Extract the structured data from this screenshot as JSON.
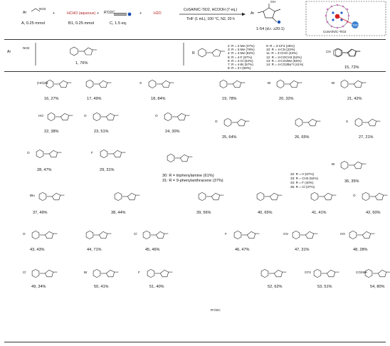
{
  "scheme": {
    "reactant_a": "Ar",
    "reactant_a_sub": "NO2",
    "reactant_a_label": "A, 0.25 mmol",
    "reactant_b": "HCHO (aqueous)",
    "reactant_b_label": "B1, 0.25 mmol",
    "reactant_c": "R'O2C",
    "reactant_c_label": "C, 1.5 eq.",
    "water": "H2O",
    "conditions_top": "CoSA/N/C-TiO2, HCOOH (7 eq.)",
    "conditions_bottom": "THF (1 mL), 100 °C, N2, 20 h",
    "product_ar": "Ar",
    "product_oh": "OH",
    "product_label": "1-54 (d.r. ≥20:1)",
    "catalyst_label": "CoSA/N/C-TiO2",
    "catalyst_tio2": "TiO2"
  },
  "scope_header": {
    "ar_label": "Ar",
    "ar_sub": "NO2",
    "structure_oh": "OH",
    "structure_ester": "CO2Et",
    "compound1": "1, 76%",
    "r_group": "R"
  },
  "r_list_left": [
    "2: R = 2-Me (37%)",
    "3: R = 3-Me (78%)",
    "4: R = 4-Me (82%)",
    "5: R = 4-F (67%)",
    "6: R = 4-Cl (62%)",
    "7: R = 4-Br (57%)",
    "8: R = 3-I (50%)"
  ],
  "r_list_right": [
    "9: R = 3-CF3 (45%)",
    "10: R = 4-CN (23%)",
    "11: R = 3-CHO (43%)",
    "12: R = 3-COCH3 (52%)",
    "13: R = 3-CO2Me (65%)",
    "14: R = 4-CO2Bu^t (41%)"
  ],
  "compounds": [
    {
      "id": "15",
      "yield": "15, 72%",
      "extra": "CN"
    },
    {
      "id": "16",
      "yield": "16, 27%",
      "extra": "(HO)2B"
    },
    {
      "id": "17",
      "yield": "17, 49%",
      "extra": ""
    },
    {
      "id": "18",
      "yield": "18, 84%",
      "extra": "S"
    },
    {
      "id": "19",
      "yield": "19, 78%",
      "extra": ""
    },
    {
      "id": "20",
      "yield": "20, 32%",
      "extra": "Br"
    },
    {
      "id": "21",
      "yield": "21, 42%",
      "extra": "Br"
    },
    {
      "id": "22",
      "yield": "22, 38%",
      "extra": "HO"
    },
    {
      "id": "23",
      "yield": "23, 51%",
      "extra": "O"
    },
    {
      "id": "24",
      "yield": "24, 30%",
      "extra": "O"
    },
    {
      "id": "25",
      "yield": "25, 64%",
      "extra": "O"
    },
    {
      "id": "26",
      "yield": "26, 65%",
      "extra": ""
    },
    {
      "id": "27",
      "yield": "27, 21%",
      "extra": "S"
    },
    {
      "id": "28",
      "yield": "28, 47%",
      "extra": "O"
    },
    {
      "id": "29",
      "yield": "29, 31%",
      "extra": "F"
    },
    {
      "id": "30",
      "yield": "30: R = triphenylamine (61%)",
      "extra": ""
    },
    {
      "id": "31",
      "yield": "31: R = 9-phenylanthracene (37%)",
      "extra": ""
    },
    {
      "id": "36",
      "yield": "36, 35%",
      "extra": "Br"
    },
    {
      "id": "37",
      "yield": "37, 49%",
      "extra": "tBu"
    },
    {
      "id": "38",
      "yield": "38, 44%",
      "extra": ""
    },
    {
      "id": "39",
      "yield": "39, 56%",
      "extra": ""
    },
    {
      "id": "40",
      "yield": "40, 65%",
      "extra": ""
    },
    {
      "id": "41",
      "yield": "41, 41%",
      "extra": ""
    },
    {
      "id": "42",
      "yield": "42, 60%",
      "extra": "O"
    },
    {
      "id": "43",
      "yield": "43, 43%",
      "extra": "O"
    },
    {
      "id": "44",
      "yield": "44, 71%",
      "extra": ""
    },
    {
      "id": "45",
      "yield": "45, 46%",
      "extra": "Cl"
    },
    {
      "id": "46",
      "yield": "46, 47%",
      "extra": "F"
    },
    {
      "id": "47",
      "yield": "47, 31%",
      "extra": "CN"
    },
    {
      "id": "48",
      "yield": "48, 28%",
      "extra": "HO"
    },
    {
      "id": "49",
      "yield": "49, 34%",
      "extra": "Cl"
    },
    {
      "id": "50",
      "yield": "50, 41%",
      "extra": "Br"
    },
    {
      "id": "51",
      "yield": "51, 40%",
      "extra": "F"
    },
    {
      "id": "52",
      "yield": "52, 62%",
      "extra": ""
    },
    {
      "id": "53",
      "yield": "53, 51%",
      "extra": "CF3"
    },
    {
      "id": "54",
      "yield": "54, 80%",
      "extra": "CO2Me"
    }
  ],
  "r_list_32_35": [
    "32: R = H (67%)",
    "33: R = CH3 (52%)",
    "34: R = F (40%)",
    "35: R = Cl (37%)"
  ],
  "alkyne_row": {
    "reagent": "R'O2C"
  },
  "colors": {
    "catalyst_red": "#d22020",
    "catalyst_blue": "#2860c8",
    "catalyst_pink": "#d070c0",
    "line": "#222222"
  }
}
